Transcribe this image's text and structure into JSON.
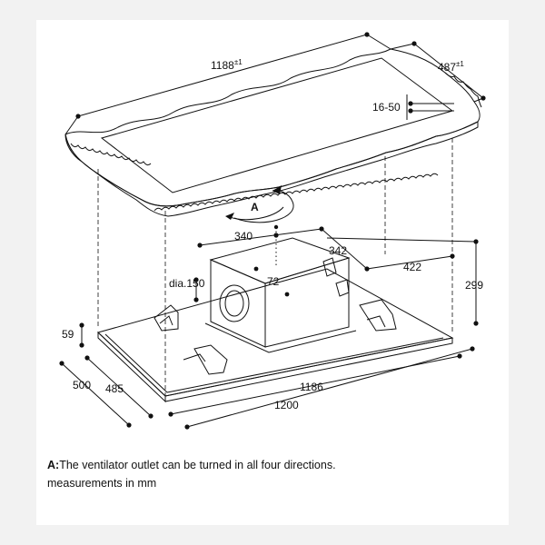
{
  "dimensions": {
    "frame_length": "1188",
    "frame_length_tol": "±1",
    "frame_width": "487",
    "frame_width_tol": "±1",
    "frame_thickness": "16-50",
    "outlet_depth": "340",
    "outlet_offset": "342",
    "motor_setback": "422",
    "total_height": "299",
    "duct_diameter": "dia.150",
    "outlet_height": "72",
    "panel_height": "59",
    "depth_total": "500",
    "depth_inner": "485",
    "length_inner": "1186",
    "length_total": "1200",
    "rotation_label": "A"
  },
  "caption": {
    "label": "A:",
    "text": "The ventilator outlet can be turned in all four directions.",
    "units": "measurements in mm"
  }
}
